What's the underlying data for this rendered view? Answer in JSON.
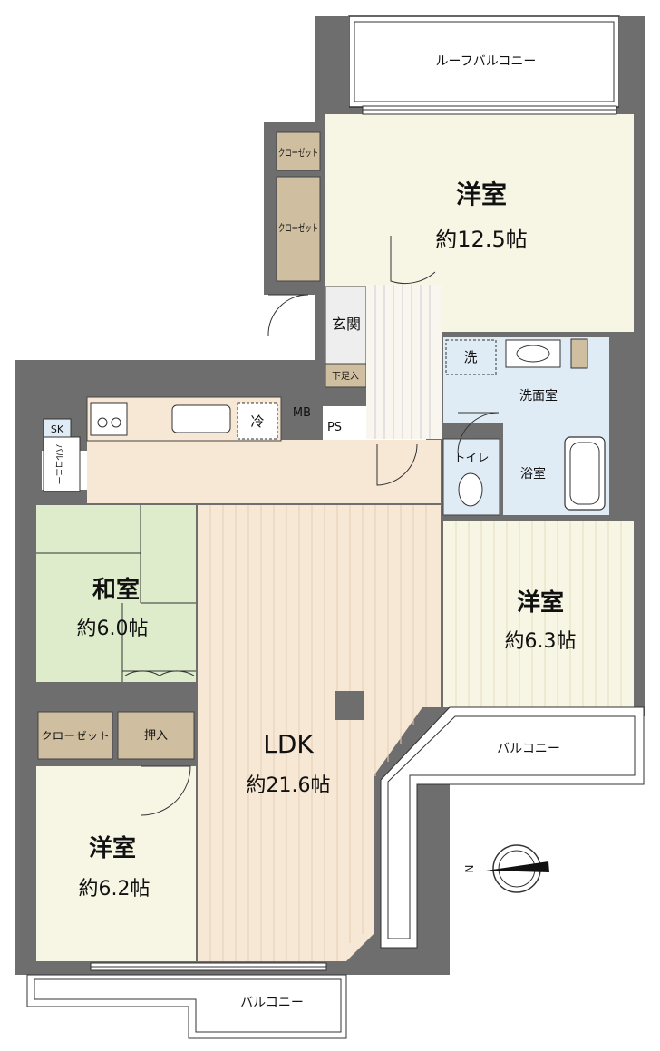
{
  "rooms": {
    "master_bedroom": {
      "name": "洋室",
      "size": "約12.5帖"
    },
    "washitsu": {
      "name": "和室",
      "size": "約6.0帖"
    },
    "bedroom_east": {
      "name": "洋室",
      "size": "約6.3帖"
    },
    "ldk": {
      "name": "LDK",
      "size": "約21.6帖"
    },
    "bedroom_south": {
      "name": "洋室",
      "size": "約6.2帖"
    }
  },
  "labels": {
    "roof_balcony": "ルーフバルコニー",
    "balcony_east": "バルコニー",
    "balcony_south": "バルコニー",
    "balcony_small": "バルコニー",
    "closet_a": "クローゼット",
    "closet_b": "クローゼット",
    "closet_c": "クローゼット",
    "entrance": "玄関",
    "shoe_storage": "下足入",
    "wash": "洗",
    "washroom": "洗面室",
    "toilet": "トイレ",
    "bath": "浴室",
    "mb": "MB",
    "ps": "PS",
    "sk": "SK",
    "fridge": "冷",
    "oshiire": "押入",
    "compass_n": "N"
  },
  "colors": {
    "wall": "#6e6e6e",
    "wall_dark": "#555555",
    "western_room": "#f7f5e4",
    "washitsu": "#dfeccc",
    "ldk": "#f7e7d5",
    "water_area": "#dfecf6",
    "closet": "#cfbe9f",
    "entrance": "#eeeeee",
    "corridor": "#f9f6f0"
  }
}
